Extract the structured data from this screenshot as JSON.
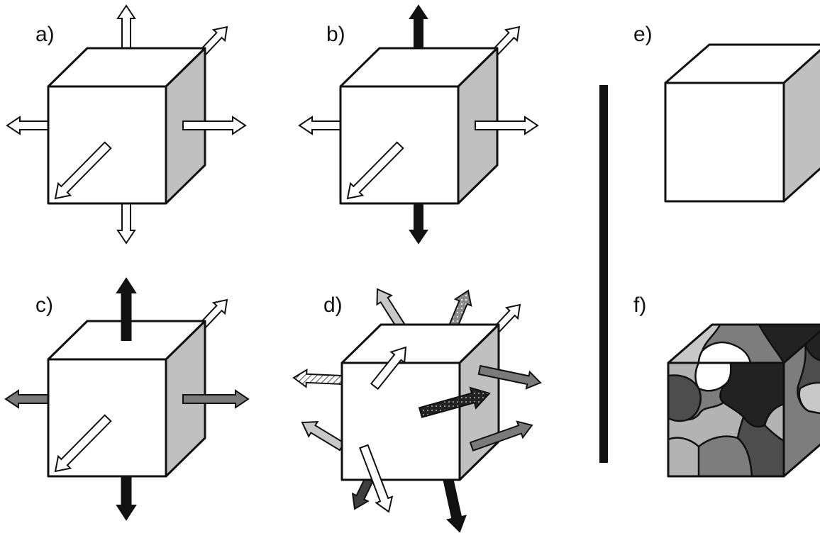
{
  "panels": {
    "a": {
      "label": "a)"
    },
    "b": {
      "label": "b)"
    },
    "c": {
      "label": "c)"
    },
    "d": {
      "label": "d)"
    },
    "e": {
      "label": "e)"
    },
    "f": {
      "label": "f)"
    }
  },
  "colors": {
    "white": "#ffffff",
    "black": "#111111",
    "light_gray": "#c8c8c8",
    "side_face_gray": "#c0c0c0",
    "medium_gray": "#7a7a7a",
    "dark_gray": "#3f3f3f",
    "grain_light": "#b3b3b3",
    "grain_medium": "#7d7d7d",
    "grain_dark": "#4d4d4d",
    "grain_black": "#222222"
  }
}
